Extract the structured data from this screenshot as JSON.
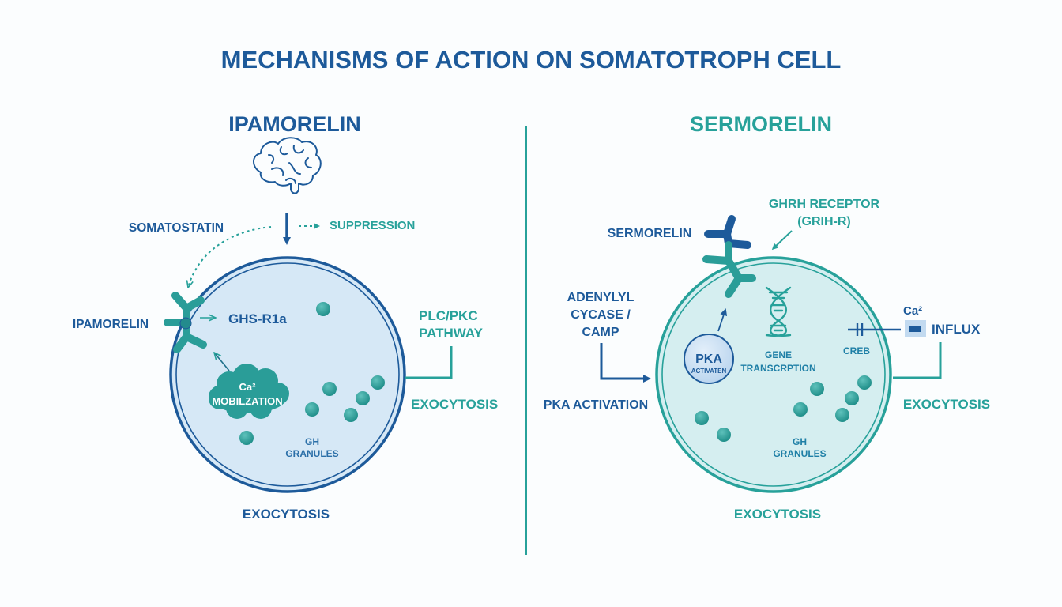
{
  "title": "MECHANISMS OF ACTION ON SOMATOTROPH CELL",
  "colors": {
    "navy": "#1d5a9a",
    "teal": "#27a19a",
    "cell_left_fill": "#d6e8f6",
    "cell_right_fill": "#d5eef0",
    "granule": "#2a9d98"
  },
  "left_panel": {
    "heading": "IPAMORELIN",
    "somatostatin": "SOMATOSTATIN",
    "suppression": "SUPPRESSION",
    "ligand": "IPAMORELIN",
    "receptor": "GHS-R1a",
    "pathway_line1": "PLC/PKC",
    "pathway_line2": "PATHWAY",
    "ca_line1": "Ca²",
    "ca_line2": "MOBILZATION",
    "granules_line1": "GH",
    "granules_line2": "GRANULES",
    "exocytosis_side": "EXOCYTOSIS",
    "exocytosis_bottom": "EXOCYTOSIS",
    "icons": [
      "brain-icon",
      "receptor-icon",
      "cloud-icon"
    ]
  },
  "right_panel": {
    "heading": "SERMORELIN",
    "ligand": "SERMORELIN",
    "receptor_line1": "GHRH RECEPTOR",
    "receptor_line2": "(GRIH-R)",
    "adenylyl_line1": "ADENYLYL",
    "adenylyl_line2": "CYCASE /",
    "adenylyl_line3": "CAMP",
    "pka_activation": "PKA ACTIVATION",
    "pka_badge_line1": "PKA",
    "pka_badge_line2": "ACTIVATEN",
    "gene_line1": "GENE",
    "gene_line2": "TRANSCRPTION",
    "creb": "CREB",
    "ca": "Ca²",
    "influx": "INFLUX",
    "granules_line1": "GH",
    "granules_line2": "GRANULES",
    "exocytosis_side": "EXOCYTOSIS",
    "exocytosis_bottom": "EXOCYTOSIS",
    "icons": [
      "dna-icon",
      "receptor-icon",
      "channel-icon"
    ]
  }
}
